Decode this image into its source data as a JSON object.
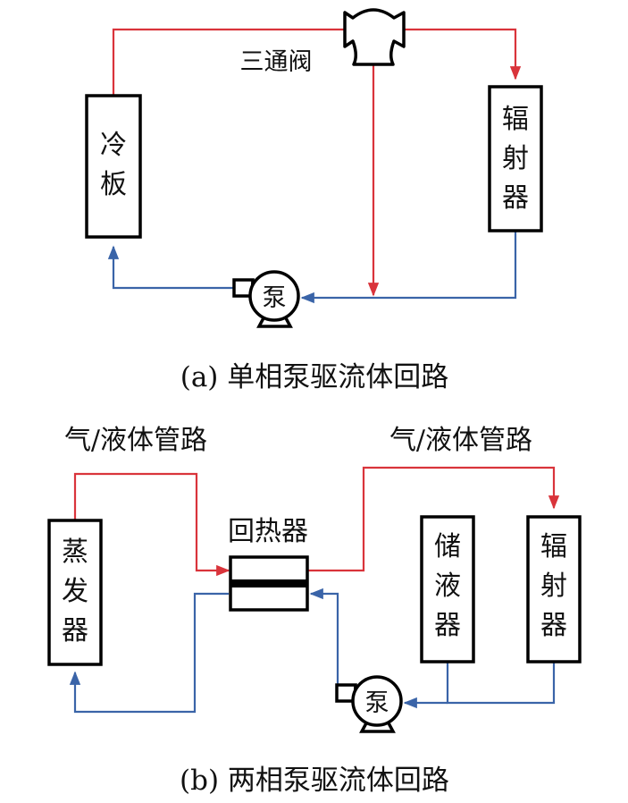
{
  "colors": {
    "hot_line": "#d9343b",
    "cold_line": "#3a64a8",
    "outline": "#000000"
  },
  "diagram_a": {
    "caption": "(a) 单相泵驱流体回路",
    "valve_label": "三通阀",
    "cold_plate": [
      "冷",
      "板"
    ],
    "radiator": [
      "辐",
      "射",
      "器"
    ],
    "pump": "泵"
  },
  "diagram_b": {
    "caption": "(b) 两相泵驱流体回路",
    "pipe_label_left": "气/液体管路",
    "pipe_label_right": "气/液体管路",
    "recuperator_label": "回热器",
    "evaporator": [
      "蒸",
      "发",
      "器"
    ],
    "accumulator": [
      "储",
      "液",
      "器"
    ],
    "radiator": [
      "辐",
      "射",
      "器"
    ],
    "pump": "泵"
  }
}
